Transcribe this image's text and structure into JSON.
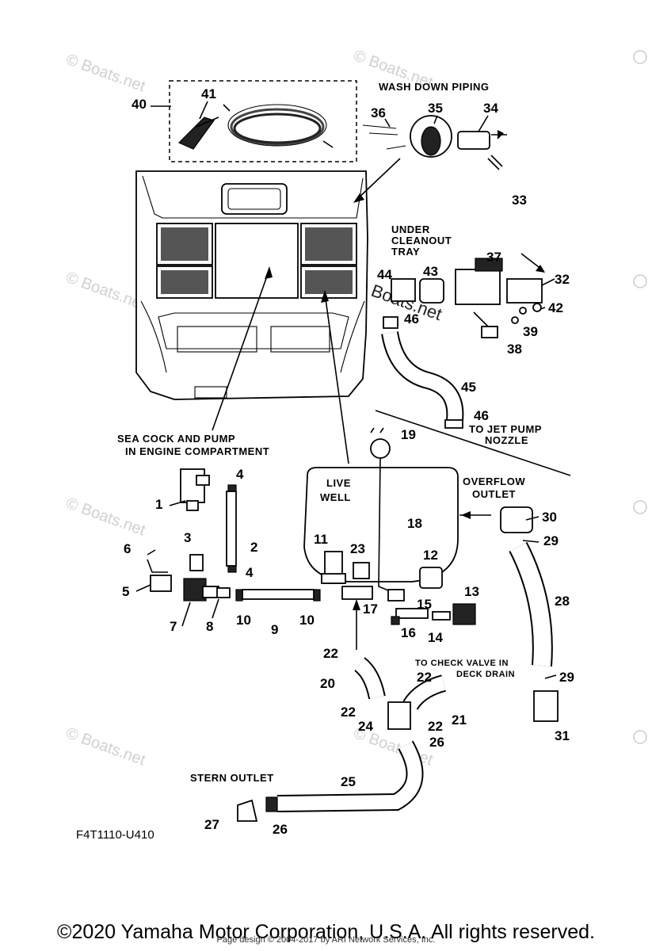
{
  "diagram": {
    "code": "F4T1110-U410",
    "captions": {
      "wash_down": "WASH DOWN PIPING",
      "under_cleanout": [
        "UNDER",
        "CLEANOUT",
        "TRAY"
      ],
      "to_jet_pump": [
        "TO JET PUMP",
        "NOZZLE"
      ],
      "sea_cock": [
        "SEA COCK AND PUMP",
        "IN ENGINE COMPARTMENT"
      ],
      "live_well": [
        "LIVE",
        "WELL"
      ],
      "overflow": [
        "OVERFLOW",
        "OUTLET"
      ],
      "check_valve": [
        "TO CHECK VALVE IN",
        "DECK DRAIN"
      ],
      "stern_outlet": "STERN OUTLET"
    },
    "watermark": "© Boats.net",
    "callouts": {
      "c1": "1",
      "c2": "2",
      "c3": "3",
      "c4a": "4",
      "c4b": "4",
      "c5": "5",
      "c6": "6",
      "c7": "7",
      "c8": "8",
      "c9": "9",
      "c10a": "10",
      "c10b": "10",
      "c11": "11",
      "c12": "12",
      "c13": "13",
      "c14": "14",
      "c15": "15",
      "c16": "16",
      "c17": "17",
      "c18": "18",
      "c19": "19",
      "c20": "20",
      "c21": "21",
      "c22a": "22",
      "c22b": "22",
      "c22c": "22",
      "c22d": "22",
      "c23": "23",
      "c24": "24",
      "c25": "25",
      "c26a": "26",
      "c26b": "26",
      "c27": "27",
      "c28": "28",
      "c29a": "29",
      "c29b": "29",
      "c30": "30",
      "c31": "31",
      "c32": "32",
      "c33": "33",
      "c34": "34",
      "c35": "35",
      "c36": "36",
      "c37": "37",
      "c38": "38",
      "c39": "39",
      "c40": "40",
      "c41": "41",
      "c42": "42",
      "c43": "43",
      "c44": "44",
      "c45": "45",
      "c46a": "46",
      "c46b": "46"
    }
  },
  "footer": {
    "copyright": "©2020 Yamaha Motor Corporation, U.S.A. All rights reserved.",
    "design": "Page design © 2004-2017 by ARI Network Services, Inc."
  }
}
